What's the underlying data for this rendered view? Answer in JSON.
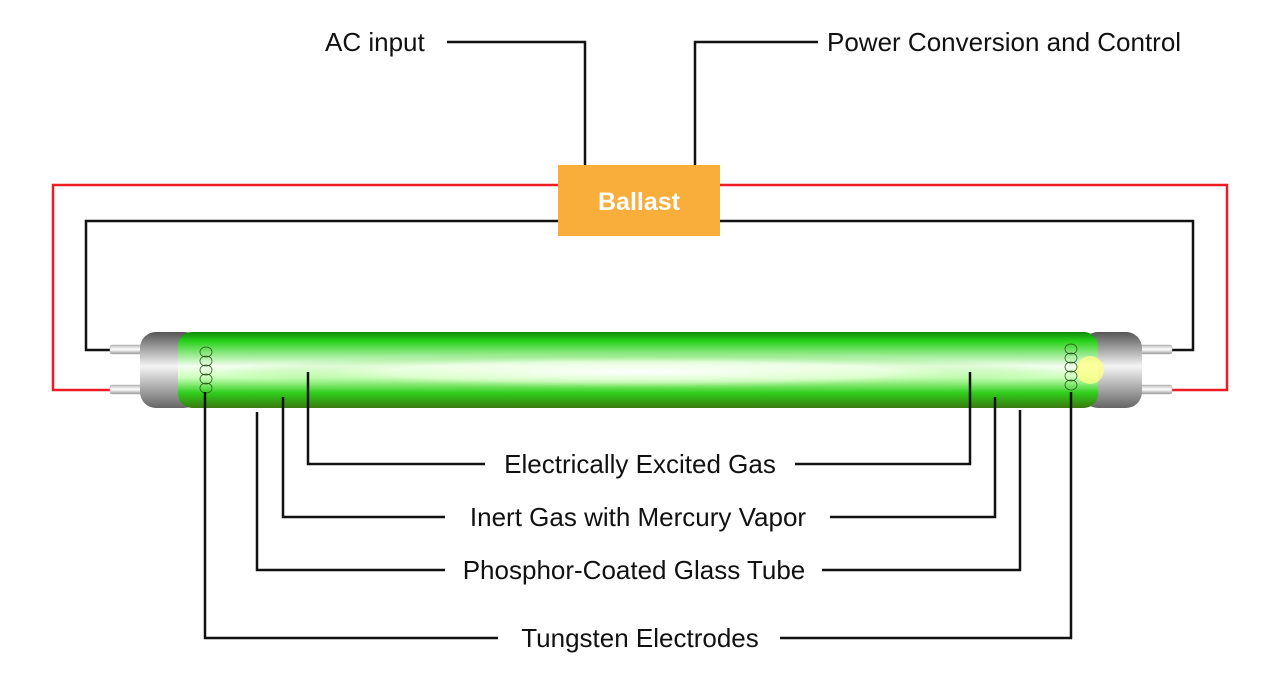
{
  "labels": {
    "ac_input": "AC input",
    "power_conversion": "Power Conversion and Control",
    "ballast": "Ballast",
    "excited_gas": "Electrically Excited Gas",
    "inert_gas": "Inert Gas with Mercury Vapor",
    "phosphor_tube": "Phosphor-Coated Glass Tube",
    "tungsten": "Tungsten Electrodes"
  },
  "colors": {
    "ballast": "#f9ad3b",
    "red_wire": "#ee1c24",
    "black_wire": "#111111",
    "tube_green": "#22cc11"
  }
}
